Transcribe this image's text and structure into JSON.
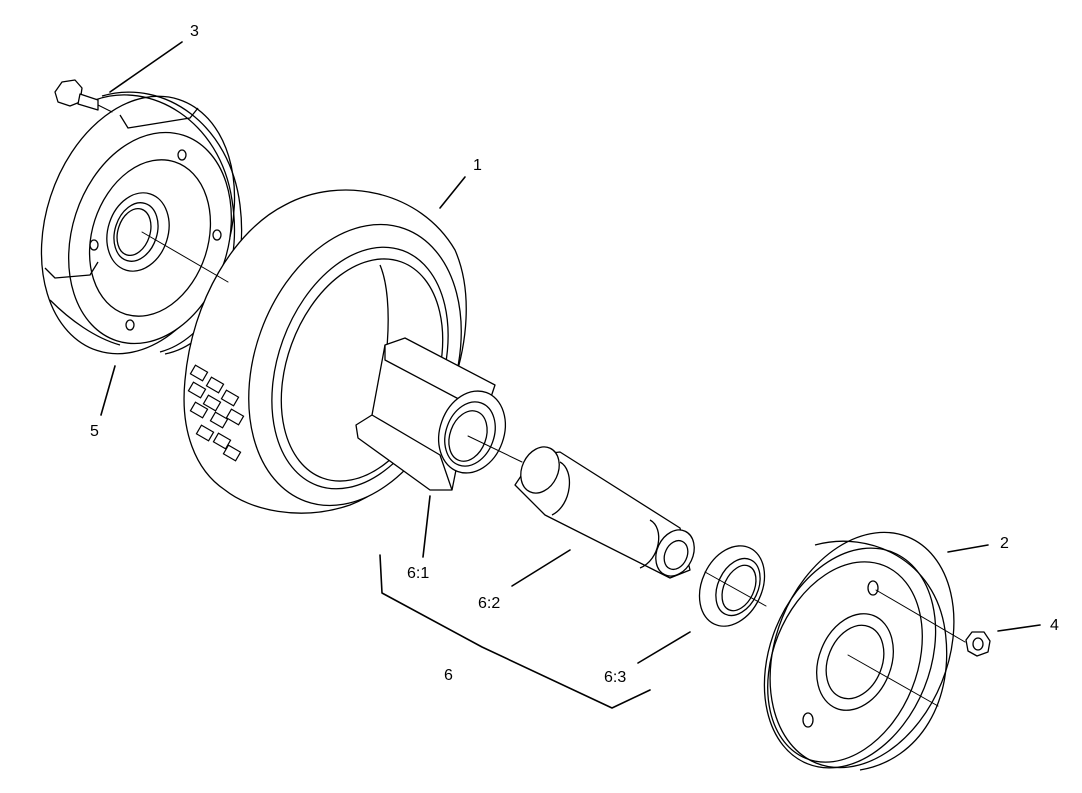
{
  "callouts": {
    "c1": "1",
    "c2": "2",
    "c3": "3",
    "c4": "4",
    "c5": "5",
    "c6": "6",
    "c6_1": "6:1",
    "c6_2": "6:2",
    "c6_3": "6:3"
  },
  "parts": {
    "wheel": "tire-wheel",
    "left_hub_half": "wheel-half-left",
    "right_hub_half": "wheel-half-right",
    "bolt": "bolt",
    "nut": "nut",
    "bearing_housing": "bearing-housing",
    "spacer_tube": "spacer-tube",
    "bearing_ring": "bearing-ring"
  }
}
